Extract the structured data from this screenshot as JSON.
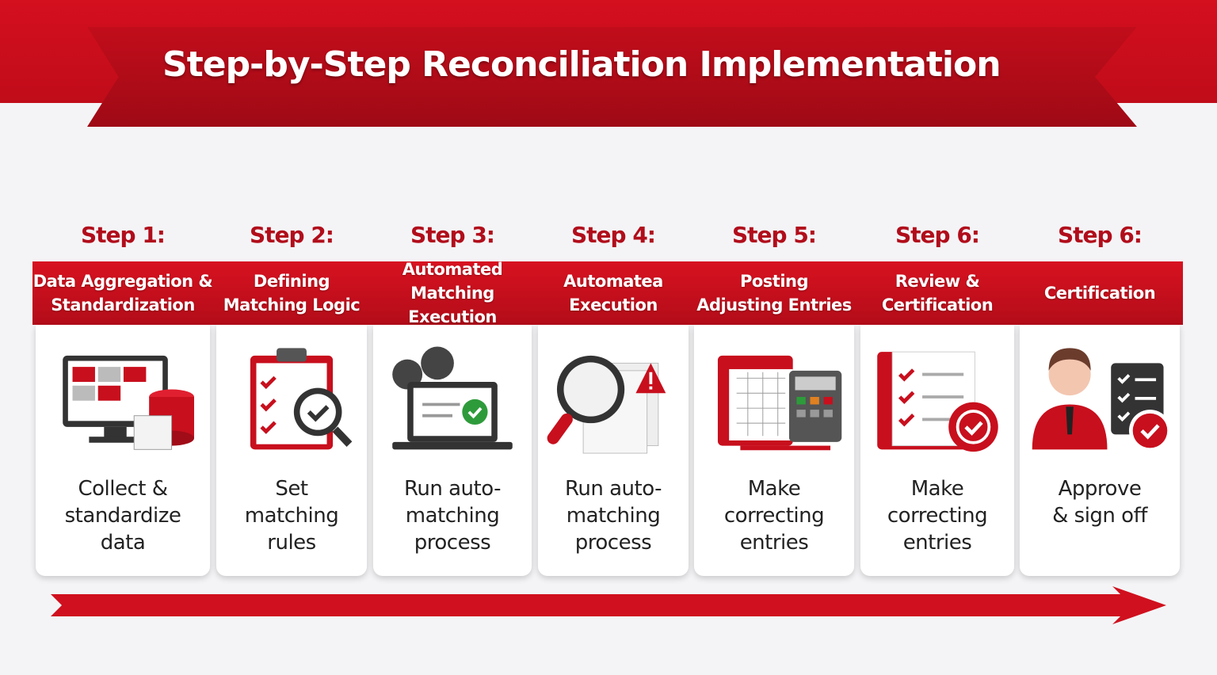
{
  "title": "Step-by-Step Reconciliation Implementation",
  "colors": {
    "accent": "#c80f1d",
    "dark_red": "#9e0a15",
    "text": "#222222"
  },
  "steps": [
    {
      "step": "Step 1:",
      "heading": [
        "Data Aggregation &",
        "Standardization"
      ],
      "description": [
        "Collect &",
        "standardize",
        "data"
      ],
      "icon": "monitor-database-icon"
    },
    {
      "step": "Step 2:",
      "heading": [
        "Defining",
        "Matching Logic"
      ],
      "description": [
        "Set",
        "matching",
        "rules"
      ],
      "icon": "clipboard-magnifier-icon"
    },
    {
      "step": "Step 3:",
      "heading": [
        "Automated",
        "Matching Execution"
      ],
      "description": [
        "Run auto-",
        "matching",
        "process"
      ],
      "icon": "laptop-gears-icon"
    },
    {
      "step": "Step 4:",
      "heading": [
        "Automatea",
        "Execution"
      ],
      "description": [
        "Run auto-",
        "matching",
        "process"
      ],
      "icon": "magnifier-warning-icon"
    },
    {
      "step": "Step 5:",
      "heading": [
        "Posting",
        "Adjusting Entries"
      ],
      "description": [
        "Make",
        "correcting",
        "entries"
      ],
      "icon": "ledger-calculator-icon"
    },
    {
      "step": "Step 6:",
      "heading": [
        "Review &",
        "Certification"
      ],
      "description": [
        "Make",
        "correcting",
        "entries"
      ],
      "icon": "checklist-badge-icon"
    },
    {
      "step": "Step 6:",
      "heading": [
        "Certification"
      ],
      "description": [
        "Approve",
        "& sign off"
      ],
      "icon": "person-approval-icon"
    }
  ]
}
